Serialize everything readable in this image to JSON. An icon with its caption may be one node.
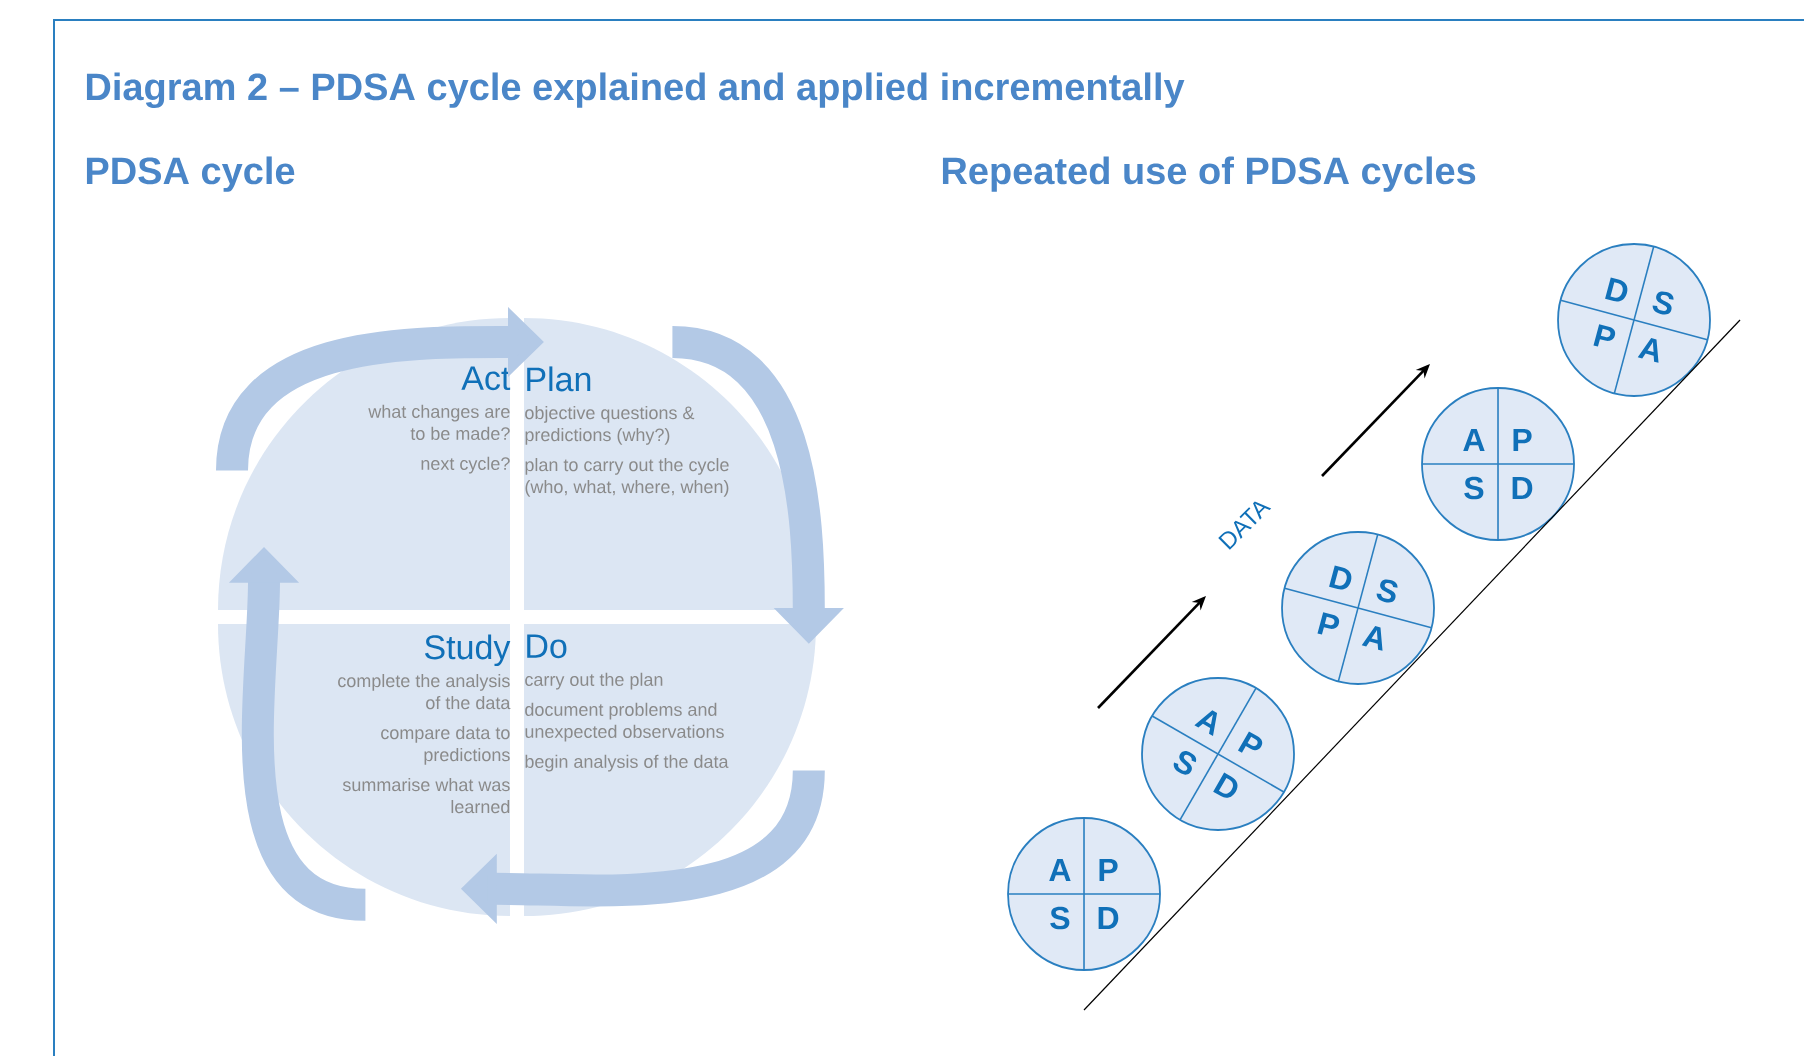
{
  "diagram": {
    "title": "Diagram 2 – PDSA cycle explained and applied incrementally",
    "nodes": [
      {
        "text": [
          "Act",
          "what changes are to be made?",
          "next cycle?"
        ]
      },
      {
        "text": [
          "Plan",
          "objective questions & predictions (why?)",
          "plan to carry out the cycle (who, what, where, when)"
        ]
      },
      {
        "text": [
          "Study",
          "complete the analysis of the data",
          "compare data to predictions",
          "summarise what was learned"
        ]
      },
      {
        "text": [
          "Do",
          "carry out the plan",
          "document problems and unexpected observations",
          "begin analysis of the data"
        ]
      },
      {
        "text": [
          "A",
          "P",
          "S",
          "D"
        ]
      },
      {
        "text": [
          "A",
          "P",
          "S",
          "D"
        ]
      },
      {
        "text": [
          "D",
          "S",
          "P",
          "A"
        ]
      },
      {
        "text": [
          "A",
          "P",
          "S",
          "D"
        ]
      },
      {
        "text": [
          "D",
          "S",
          "P",
          "A"
        ]
      }
    ],
    "edges": [
      {
        "from": 0,
        "to": 1,
        "arrow": "to"
      },
      {
        "from": 1,
        "to": 3,
        "arrow": "to"
      },
      {
        "from": 3,
        "to": 2,
        "arrow": "to"
      },
      {
        "from": 2,
        "to": 0,
        "arrow": "to"
      }
    ],
    "labels": [
      "PDSA cycle",
      "Repeated use of PDSA cycles",
      "DATA"
    ]
  }
}
